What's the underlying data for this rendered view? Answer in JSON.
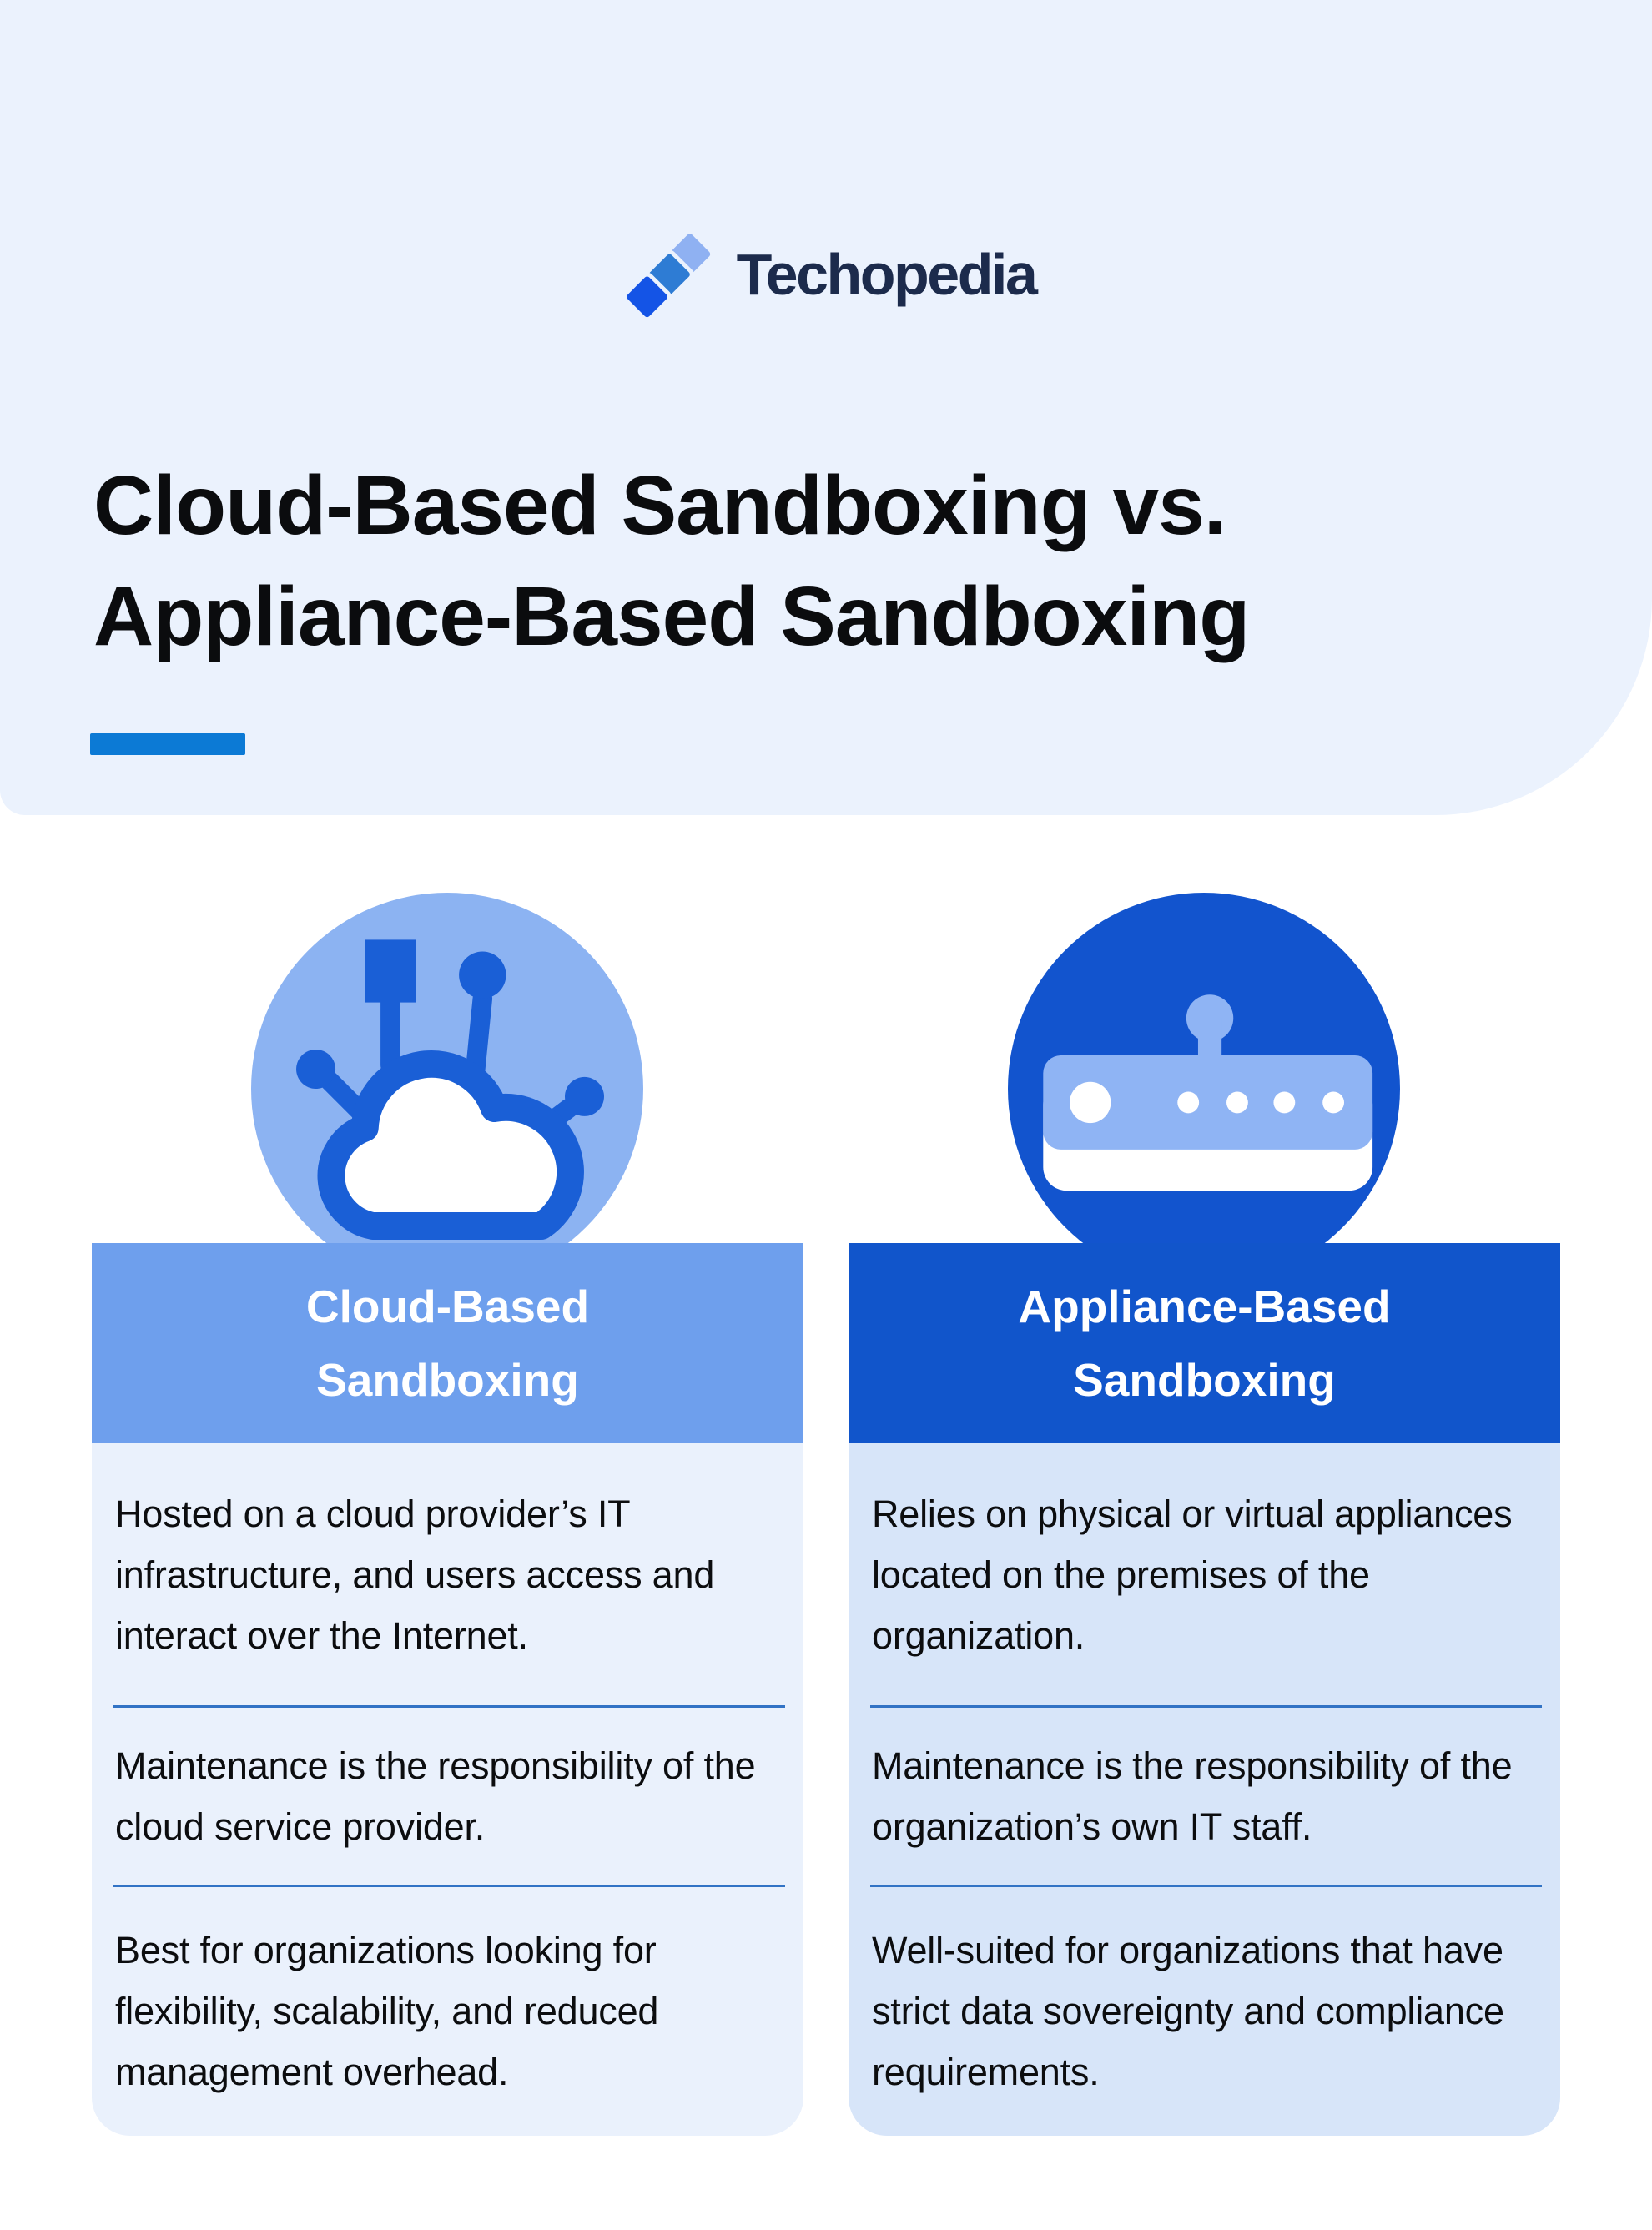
{
  "brand": {
    "name": "Techopedia"
  },
  "title": {
    "line1": "Cloud-Based Sandboxing vs.",
    "line2": "Appliance-Based Sandboxing"
  },
  "columns": [
    {
      "id": "cloud-based",
      "icon": "cloud-network-icon",
      "header": {
        "line1": "Cloud-Based",
        "line2": "Sandboxing"
      },
      "rows": [
        "Hosted on a cloud provider’s IT infrastructure, and users access and interact over the Internet.",
        "Maintenance is the responsibility of the cloud service provider.",
        "Best for organizations looking for flexibility, scalability, and reduced management overhead."
      ]
    },
    {
      "id": "appliance-based",
      "icon": "appliance-icon",
      "header": {
        "line1": "Appliance-Based",
        "line2": "Sandboxing"
      },
      "rows": [
        "Relies on physical or virtual appliances located on the premises of the organization.",
        "Maintenance is the responsibility of the organization’s own IT staff.",
        "Well-suited for organizations that have strict data sovereignty and compliance requirements."
      ]
    }
  ],
  "colors": {
    "banner_background": "#EBF2FD",
    "accent_bar": "#0C7AD5",
    "logo_navy": "#1C2B4C",
    "logo_square_dark": "#1454E6",
    "logo_square_mid": "#2E7CD4",
    "logo_square_light": "#8FB1F2",
    "cloud_circle": "#8CB3F2",
    "cloud_icon": "#1A5FD6",
    "cloud_header_bar": "#6E9FED",
    "appliance_circle": "#1254CE",
    "appliance_header_bar": "#1155CB",
    "appliance_icon_body": "#8FB4F4",
    "cloud_card": "#EAF1FC",
    "appliance_card": "#D7E5F9",
    "divider": "#3273C5",
    "body_text": "#0C0D0F"
  }
}
